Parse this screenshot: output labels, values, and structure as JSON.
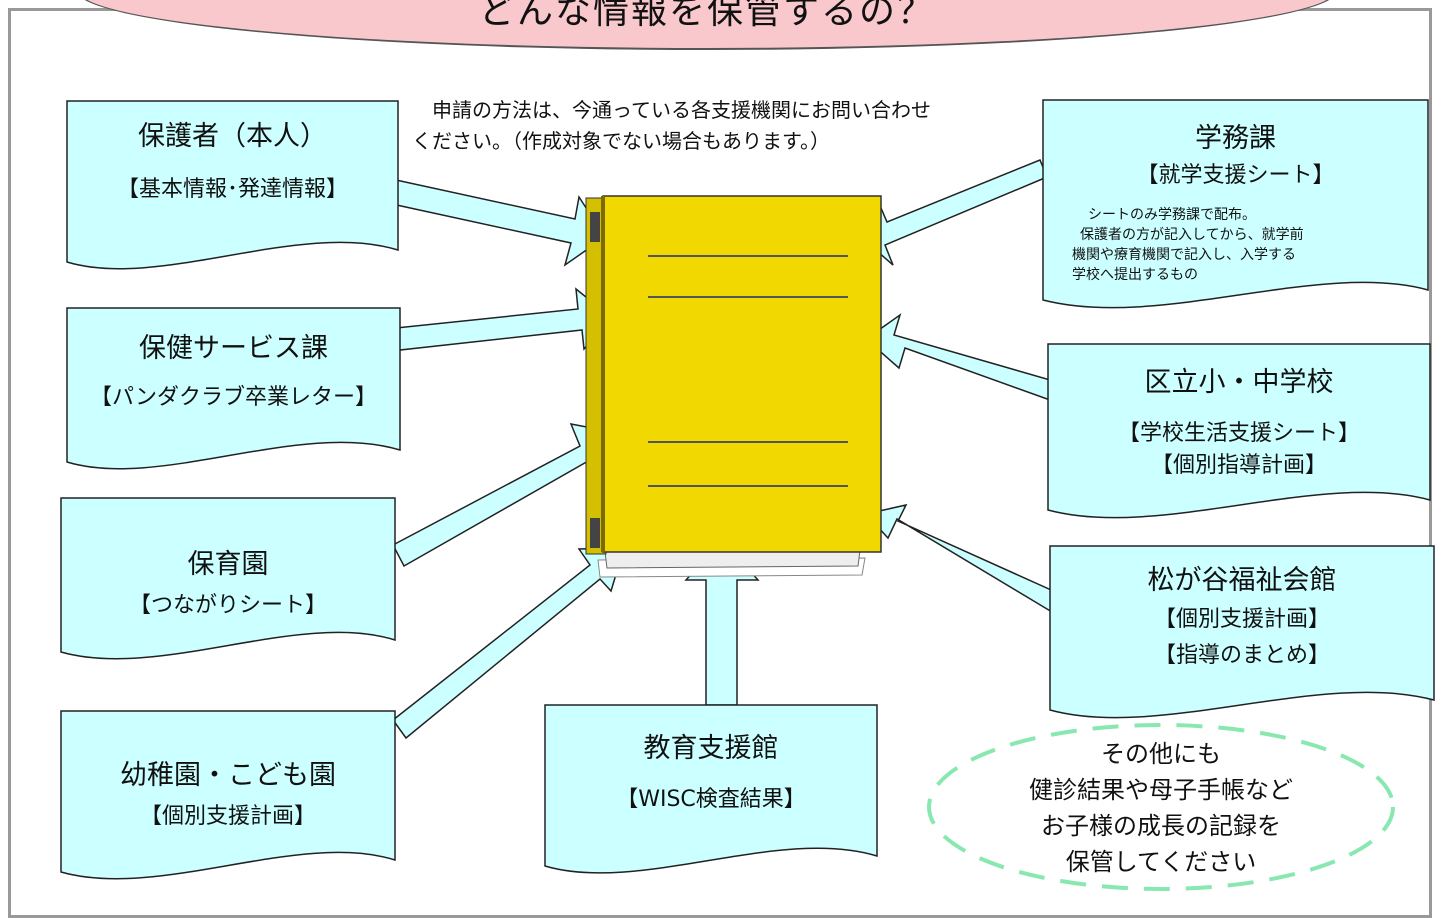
{
  "title": "どんな情報を保管するの？",
  "instruction": {
    "line1": "　申請の方法は、今通っている各支援機関にお問い合わせ",
    "line2": "ください。（作成対象でない場合もあります。）"
  },
  "left_sources": [
    {
      "title": "保護者（本人）",
      "subtitle": "【基本情報･発達情報】"
    },
    {
      "title": "保健サービス課",
      "subtitle": "【パンダクラブ卒業レター】"
    },
    {
      "title": "保育園",
      "subtitle": "【つながりシート】"
    },
    {
      "title": "幼稚園・こども園",
      "subtitle": "【個別支援計画】"
    }
  ],
  "bottom_source": {
    "title": "教育支援館",
    "subtitle": "【WISC検査結果】"
  },
  "right_sources": [
    {
      "title": "学務課",
      "subtitle": "【就学支援シート】",
      "note": [
        "シートのみ学務課で配布。",
        "保護者の方が記入してから、就学前",
        "機関や療育機関で記入し、入学する",
        "学校へ提出するもの"
      ]
    },
    {
      "title": "区立小・中学校",
      "subtitle": "【学校生活支援シート】",
      "subtitle2": "【個別指導計画】"
    },
    {
      "title": "松が谷福祉会館",
      "subtitle": "【個別支援計画】",
      "subtitle2": "【指導のまとめ】"
    }
  ],
  "note_bubble": {
    "lines": [
      "その他にも",
      "健診結果や母子手帳など",
      "お子様の成長の記録を",
      "保管してください"
    ]
  },
  "colors": {
    "arrow_fill": "#ccffff",
    "box_fill": "#ccffff",
    "binder_yellow": "#f0d800",
    "title_fill": "#f8c8cc",
    "bubble_dash": "#88e8b0"
  }
}
